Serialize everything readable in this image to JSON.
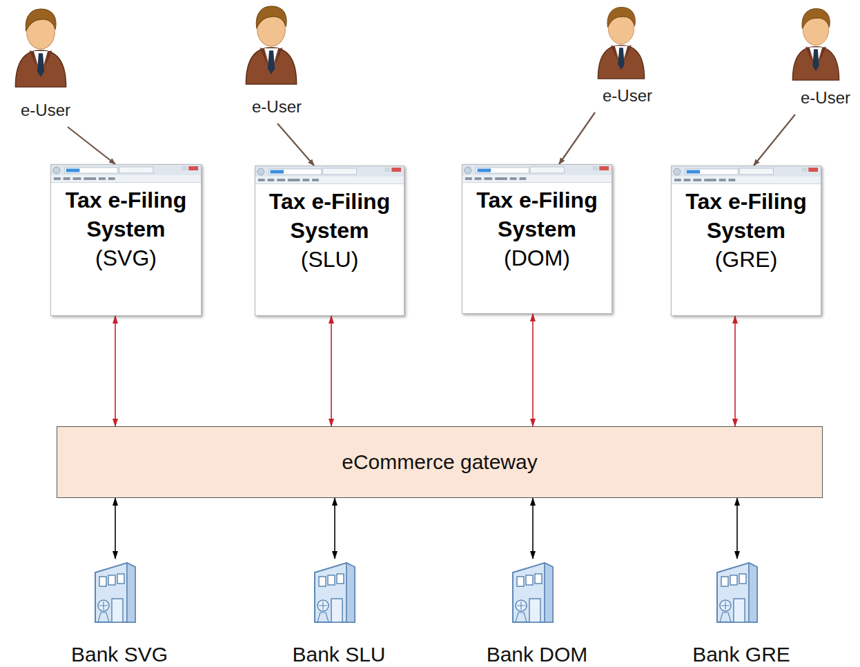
{
  "diagram": {
    "nodes": [
      {
        "text": [
          "e-User"
        ]
      },
      {
        "text": [
          "e-User"
        ]
      },
      {
        "text": [
          "e-User"
        ]
      },
      {
        "text": [
          "e-User"
        ]
      },
      {
        "text": [
          "Tax e-Filing System",
          "(SVG)"
        ]
      },
      {
        "text": [
          "Tax e-Filing System",
          "(SLU)"
        ]
      },
      {
        "text": [
          "Tax e-Filing System",
          "(DOM)"
        ]
      },
      {
        "text": [
          "Tax e-Filing System",
          "(GRE)"
        ]
      },
      {
        "text": [
          "eCommerce gateway"
        ]
      },
      {
        "text": [
          "Bank SVG"
        ]
      },
      {
        "text": [
          "Bank SLU"
        ]
      },
      {
        "text": [
          "Bank DOM"
        ]
      },
      {
        "text": [
          "Bank GRE"
        ]
      }
    ],
    "edges": [
      {
        "from": 0,
        "to": 4,
        "arrow": "to"
      },
      {
        "from": 1,
        "to": 5,
        "arrow": "to"
      },
      {
        "from": 2,
        "to": 6,
        "arrow": "to"
      },
      {
        "from": 3,
        "to": 7,
        "arrow": "to"
      },
      {
        "from": 4,
        "to": 8,
        "arrow": "both"
      },
      {
        "from": 5,
        "to": 8,
        "arrow": "both"
      },
      {
        "from": 6,
        "to": 8,
        "arrow": "both"
      },
      {
        "from": 7,
        "to": 8,
        "arrow": "both"
      },
      {
        "from": 8,
        "to": 9,
        "arrow": "both"
      },
      {
        "from": 8,
        "to": 10,
        "arrow": "both"
      },
      {
        "from": 8,
        "to": 11,
        "arrow": "both"
      },
      {
        "from": 8,
        "to": 12,
        "arrow": "both"
      }
    ]
  }
}
